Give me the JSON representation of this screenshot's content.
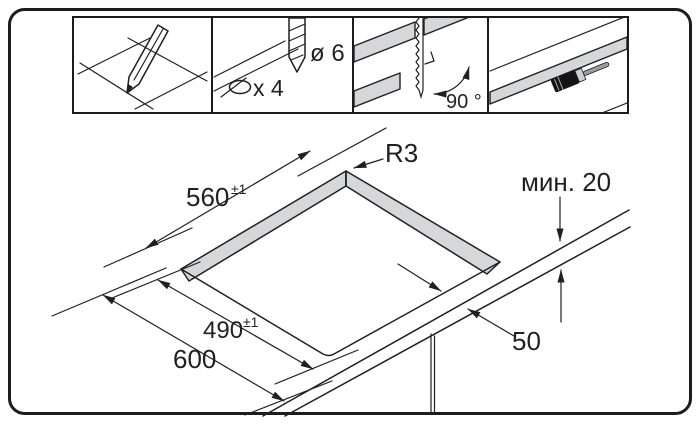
{
  "steps_strip": {
    "step2": {
      "drill_diameter": "ø 6",
      "hole_count": "x 4"
    },
    "step3": {
      "cut_angle": "90 °"
    }
  },
  "main_diagram": {
    "corner_radius": "R3",
    "cutout_width": {
      "value": "560",
      "tol": "±1"
    },
    "cutout_depth": {
      "value": "490",
      "tol": "±1"
    },
    "worktop_depth": "600",
    "min_worktop_thickness": "мин. 20",
    "front_edge_distance": "50"
  },
  "colors": {
    "line": "#231f20",
    "surface_gray": "#d5d7d9",
    "hole_gray": "#a8aaad",
    "brush_black": "#141414",
    "ferrule_gray": "#cdd0d2",
    "handle_gray": "#9b9da0"
  }
}
